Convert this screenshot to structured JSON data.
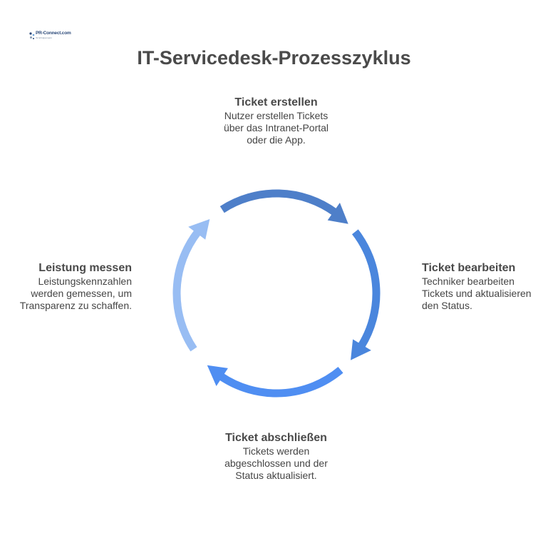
{
  "logo": {
    "text": "PR-Connect.com",
    "subtext": "Ihr Erfolgsprojekt"
  },
  "title": "IT-Servicedesk-Prozesszyklus",
  "steps": [
    {
      "title": "Ticket erstellen",
      "description": "Nutzer erstellen Tickets über das Intranet-Portal oder die App."
    },
    {
      "title": "Ticket bearbeiten",
      "description": "Techniker bearbeiten Tickets und aktualisieren den Status."
    },
    {
      "title": "Ticket abschließen",
      "description": "Tickets werden abgeschlossen und der Status aktualisiert."
    },
    {
      "title": "Leistung messen",
      "description": "Leistungskennzahlen werden gemessen, um Transparenz zu schaffen."
    }
  ],
  "colors": {
    "arrow_top": "#4e7fc9",
    "arrow_right": "#4a86dd",
    "arrow_bottom": "#4f8ef2",
    "arrow_left": "#98bdf3",
    "title": "#4a4a4a",
    "text": "#454545"
  }
}
